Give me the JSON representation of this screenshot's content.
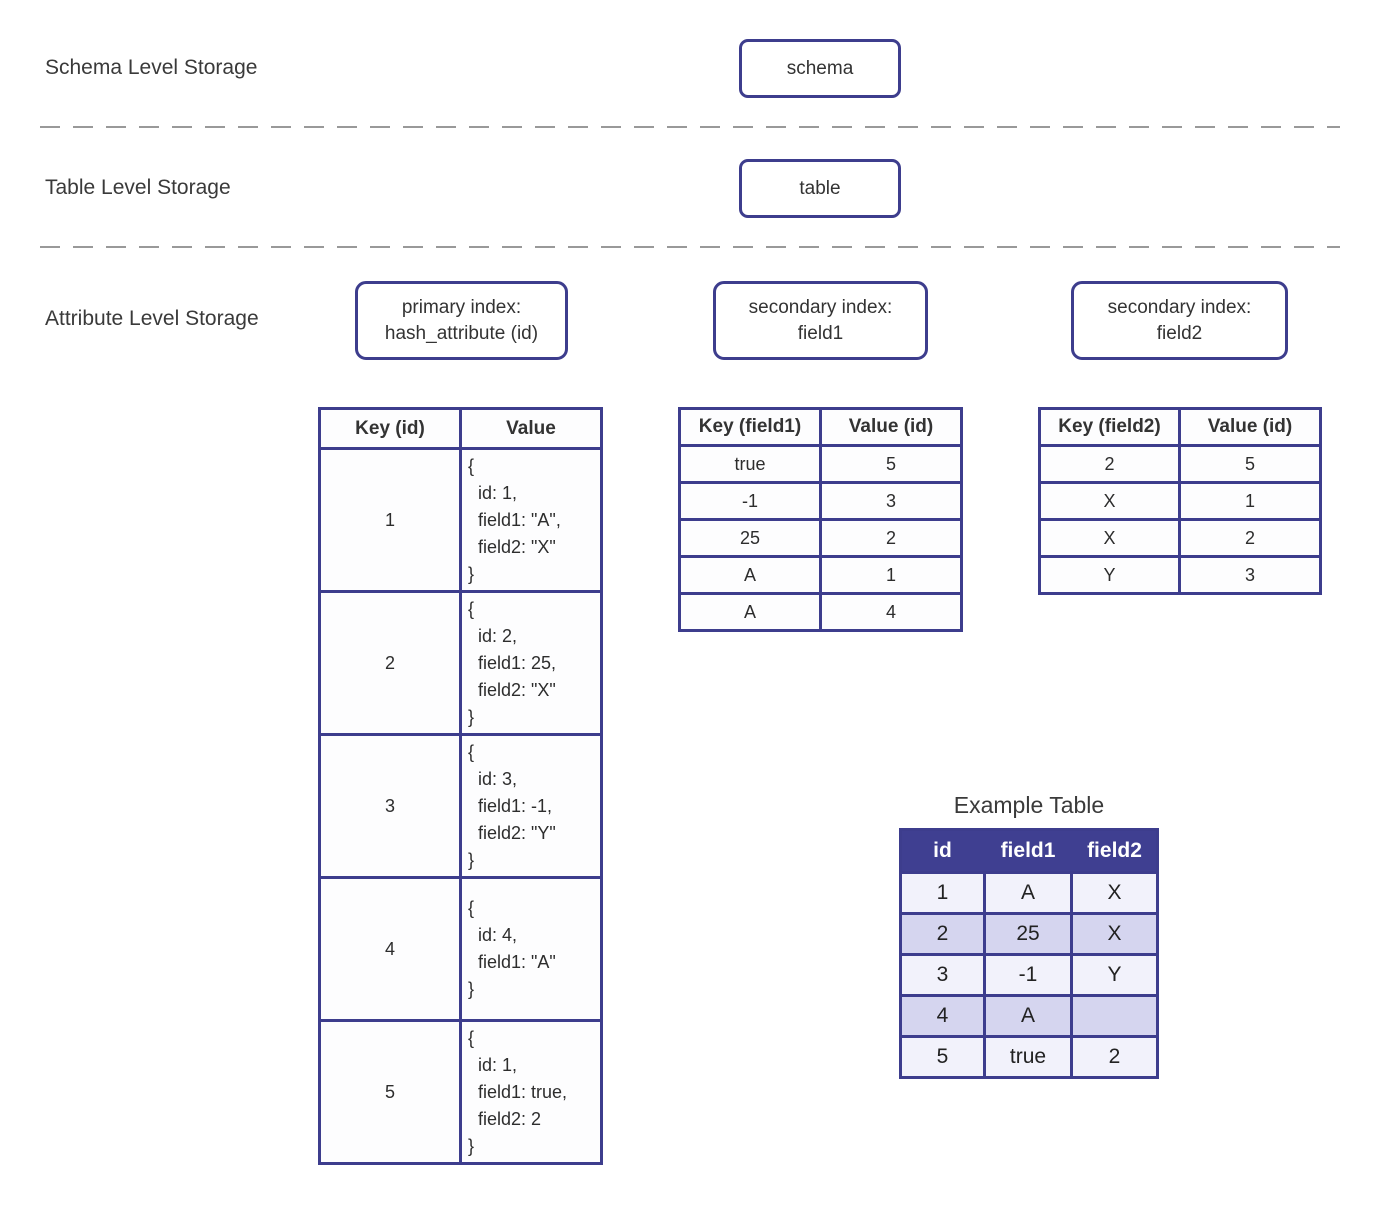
{
  "colors": {
    "border": "#3d3d8d",
    "example_header_bg": "#3f3f91",
    "row_light": "#f2f2fb",
    "row_dark": "#d5d5ef",
    "divider": "#999999",
    "text": "#333333"
  },
  "levels": {
    "schema": {
      "label": "Schema Level Storage",
      "node": "schema"
    },
    "table": {
      "label": "Table Level Storage",
      "node": "table"
    },
    "attribute": {
      "label": "Attribute Level Storage"
    }
  },
  "indexes": [
    {
      "line1": "primary index:",
      "line2": "hash_attribute (id)"
    },
    {
      "line1": "secondary index:",
      "line2": "field1"
    },
    {
      "line1": "secondary index:",
      "line2": "field2"
    }
  ],
  "primary_table": {
    "headers": [
      "Key (id)",
      "Value"
    ],
    "rows": [
      {
        "key": "1",
        "value": "{\n  id: 1,\n  field1: \"A\",\n  field2: \"X\"\n}"
      },
      {
        "key": "2",
        "value": "{\n  id: 2,\n  field1: 25,\n  field2: \"X\"\n}"
      },
      {
        "key": "3",
        "value": "{\n  id: 3,\n  field1: -1,\n  field2: \"Y\"\n}"
      },
      {
        "key": "4",
        "value": "{\n  id: 4,\n  field1: \"A\"\n}"
      },
      {
        "key": "5",
        "value": "{\n  id: 1,\n  field1: true,\n  field2: 2\n}"
      }
    ]
  },
  "field1_table": {
    "headers": [
      "Key (field1)",
      "Value (id)"
    ],
    "rows": [
      [
        "true",
        "5"
      ],
      [
        "-1",
        "3"
      ],
      [
        "25",
        "2"
      ],
      [
        "A",
        "1"
      ],
      [
        "A",
        "4"
      ]
    ]
  },
  "field2_table": {
    "headers": [
      "Key (field2)",
      "Value (id)"
    ],
    "rows": [
      [
        "2",
        "5"
      ],
      [
        "X",
        "1"
      ],
      [
        "X",
        "2"
      ],
      [
        "Y",
        "3"
      ]
    ]
  },
  "example_table": {
    "title": "Example Table",
    "headers": [
      "id",
      "field1",
      "field2"
    ],
    "rows": [
      [
        "1",
        "A",
        "X"
      ],
      [
        "2",
        "25",
        "X"
      ],
      [
        "3",
        "-1",
        "Y"
      ],
      [
        "4",
        "A",
        ""
      ],
      [
        "5",
        "true",
        "2"
      ]
    ]
  }
}
